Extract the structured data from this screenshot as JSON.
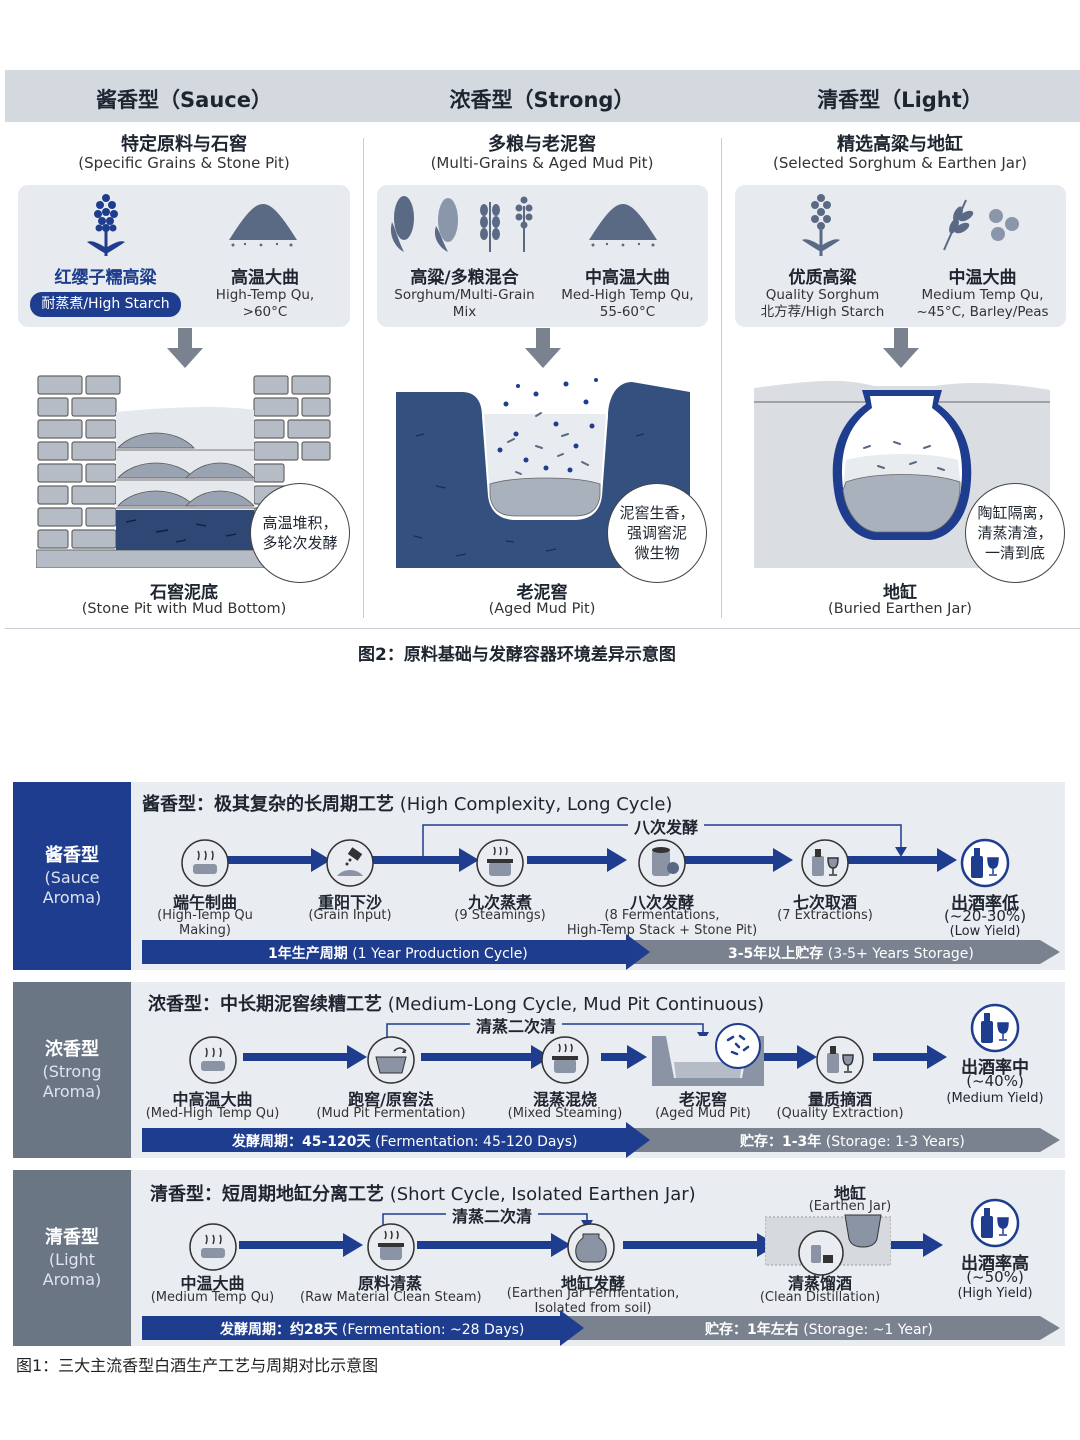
{
  "fig2": {
    "columns": [
      {
        "title": "酱香型（Sauce）",
        "sub_zh": "特定原料与石窖",
        "sub_en": "(Specific Grains & Stone Pit)",
        "ing1_zh": "红缨子糯高粱",
        "ing1_pill": "耐蒸煮/High Starch",
        "ing2_zh": "高温大曲",
        "ing2_en1": "High-Temp Qu,",
        "ing2_en2": ">60°C",
        "bubble1": "高温堆积，",
        "bubble2": "多轮次发酵",
        "vessel_zh": "石窖泥底",
        "vessel_en": "(Stone Pit with Mud Bottom)"
      },
      {
        "title": "浓香型（Strong）",
        "sub_zh": "多粮与老泥窖",
        "sub_en": "(Multi-Grains & Aged Mud Pit)",
        "ing1_zh": "高粱/多粮混合",
        "ing1_en1": "Sorghum/Multi-Grain",
        "ing1_en2": "Mix",
        "ing2_zh": "中高温大曲",
        "ing2_en1": "Med-High Temp Qu,",
        "ing2_en2": "55-60°C",
        "bubble1": "泥窖生香，",
        "bubble2": "强调窖泥",
        "bubble3": "微生物",
        "vessel_zh": "老泥窖",
        "vessel_en": "(Aged Mud Pit)"
      },
      {
        "title": "清香型（Light）",
        "sub_zh": "精选高粱与地缸",
        "sub_en": "(Selected Sorghum & Earthen Jar)",
        "ing1_zh": "优质高粱",
        "ing1_en1": "Quality Sorghum",
        "ing1_en2": "北方荐/High Starch",
        "ing2_zh": "中温大曲",
        "ing2_en1": "Medium Temp Qu,",
        "ing2_en2": "~45°C, Barley/Peas",
        "bubble1": "陶缸隔离，",
        "bubble2": "清蒸清渣，",
        "bubble3": "一清到底",
        "vessel_zh": "地缸",
        "vessel_en": "(Buried Earthen Jar)"
      }
    ],
    "caption": "图2：原料基础与发酵容器环境差异示意图"
  },
  "fig1": {
    "sauce": {
      "side_zh": "酱香型",
      "side_en1": "(Sauce",
      "side_en2": "Aroma)",
      "title_zh": "酱香型：极其复杂的长周期工艺",
      "title_en": " (High Complexity, Long Cycle)",
      "loop_label": "八次发酵",
      "nodes": [
        {
          "zh": "端午制曲",
          "en1": "(High-Temp Qu",
          "en2": "Making)"
        },
        {
          "zh": "重阳下沙",
          "en1": "(Grain Input)",
          "en2": ""
        },
        {
          "zh": "九次蒸煮",
          "en1": "(9 Steamings)",
          "en2": ""
        },
        {
          "zh": "八次发酵",
          "en1": "(8 Fermentations,",
          "en2": "High-Temp Stack + Stone Pit)"
        },
        {
          "zh": "七次取酒",
          "en1": "(7 Extractions)",
          "en2": ""
        }
      ],
      "result_zh": "出酒率低",
      "result_en1": "(~20-30%)",
      "result_en2": "(Low Yield)",
      "bar1_zh": "1年生产周期",
      "bar1_en": " (1 Year Production Cycle)",
      "bar2_zh": "3-5年以上贮存",
      "bar2_en": " (3-5+ Years Storage)"
    },
    "strong": {
      "side_zh": "浓香型",
      "side_en1": "(Strong",
      "side_en2": "Aroma)",
      "title_zh": "浓香型：中长期泥窖续糟工艺",
      "title_en": " (Medium-Long Cycle, Mud Pit Continuous)",
      "loop_label": "清蒸二次清",
      "nodes": [
        {
          "zh": "中高温大曲",
          "en1": "(Med-High Temp Qu)"
        },
        {
          "zh": "跑窖/原窖法",
          "en1": "(Mud Pit Fermentation)"
        },
        {
          "zh": "混蒸混烧",
          "en1": "(Mixed Steaming)"
        },
        {
          "zh": "老泥窖",
          "en1": "(Aged Mud Pit)"
        },
        {
          "zh": "量质摘酒",
          "en1": "(Quality Extraction)"
        }
      ],
      "result_zh": "出酒率中",
      "result_en1": "(~40%)",
      "result_en2": "(Medium Yield)",
      "bar1_zh": "发酵周期：45-120天",
      "bar1_en": " (Fermentation: 45-120 Days)",
      "bar2_zh": "贮存：1-3年",
      "bar2_en": " (Storage: 1-3 Years)"
    },
    "light": {
      "side_zh": "清香型",
      "side_en1": "(Light",
      "side_en2": "Aroma)",
      "title_zh": "清香型：短周期地缸分离工艺",
      "title_en": " (Short Cycle, Isolated Earthen Jar)",
      "loop_label": "清蒸二次清",
      "jar_zh": "地缸",
      "jar_en": "(Earthen Jar)",
      "nodes": [
        {
          "zh": "中温大曲",
          "en1": "(Medium Temp Qu)",
          "en2": ""
        },
        {
          "zh": "原料清蒸",
          "en1": "(Raw Material Clean Steam)",
          "en2": ""
        },
        {
          "zh": "地缸发酵",
          "en1": "(Earthen Jar Fermentation,",
          "en2": "Isolated from soil)"
        },
        {
          "zh": "清蒸馏酒",
          "en1": "(Clean Distillation)",
          "en2": ""
        }
      ],
      "result_zh": "出酒率高",
      "result_en1": "(~50%)",
      "result_en2": "(High Yield)",
      "bar1_zh": "发酵周期：约28天",
      "bar1_en": " (Fermentation: ~28 Days)",
      "bar2_zh": "贮存：1年左右",
      "bar2_en": " (Storage: ~1 Year)"
    },
    "caption": "图1：三大主流香型白酒生产工艺与周期对比示意图"
  },
  "colors": {
    "navy": "#1e3d8f",
    "slate": "#6b7685",
    "panel": "#e7eaef",
    "arrow_gray": "#7a8290"
  }
}
